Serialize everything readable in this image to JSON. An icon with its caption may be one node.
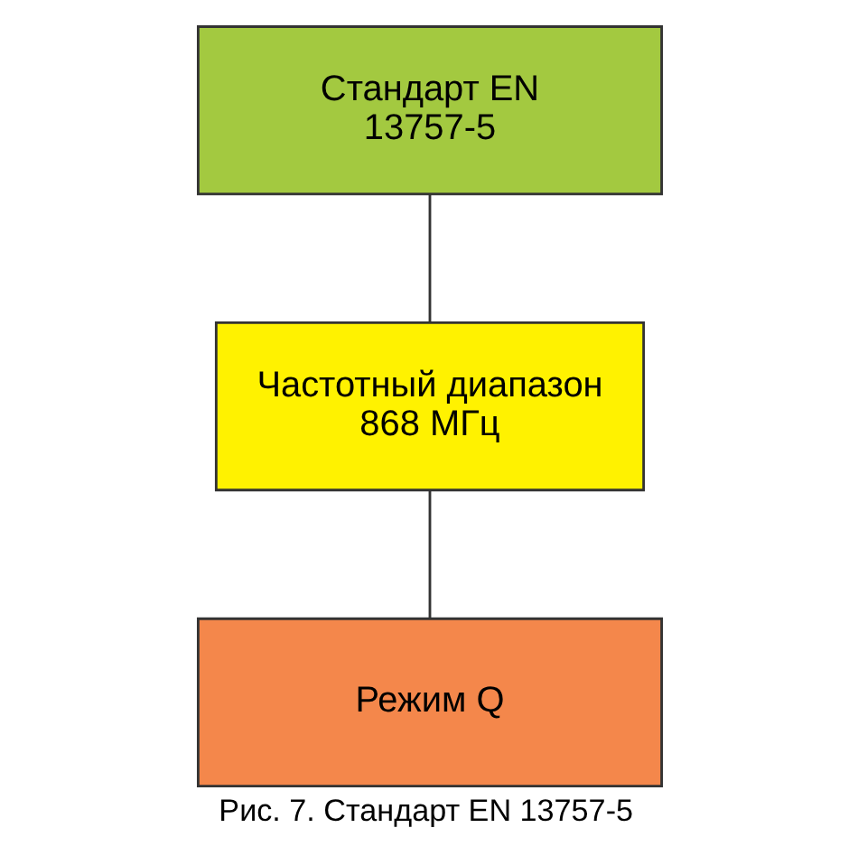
{
  "diagram": {
    "caption": "Рис. 7. Стандарт EN 13757-5",
    "nodes": [
      {
        "text": [
          "Стандарт EN 13757-5"
        ]
      },
      {
        "text": [
          "Частотный диапазон 868 МГц"
        ]
      },
      {
        "text": [
          "Режим Q"
        ]
      }
    ],
    "edges": [
      {
        "from": 0,
        "to": 1,
        "arrow": "none"
      },
      {
        "from": 1,
        "to": 2,
        "arrow": "none"
      }
    ]
  }
}
